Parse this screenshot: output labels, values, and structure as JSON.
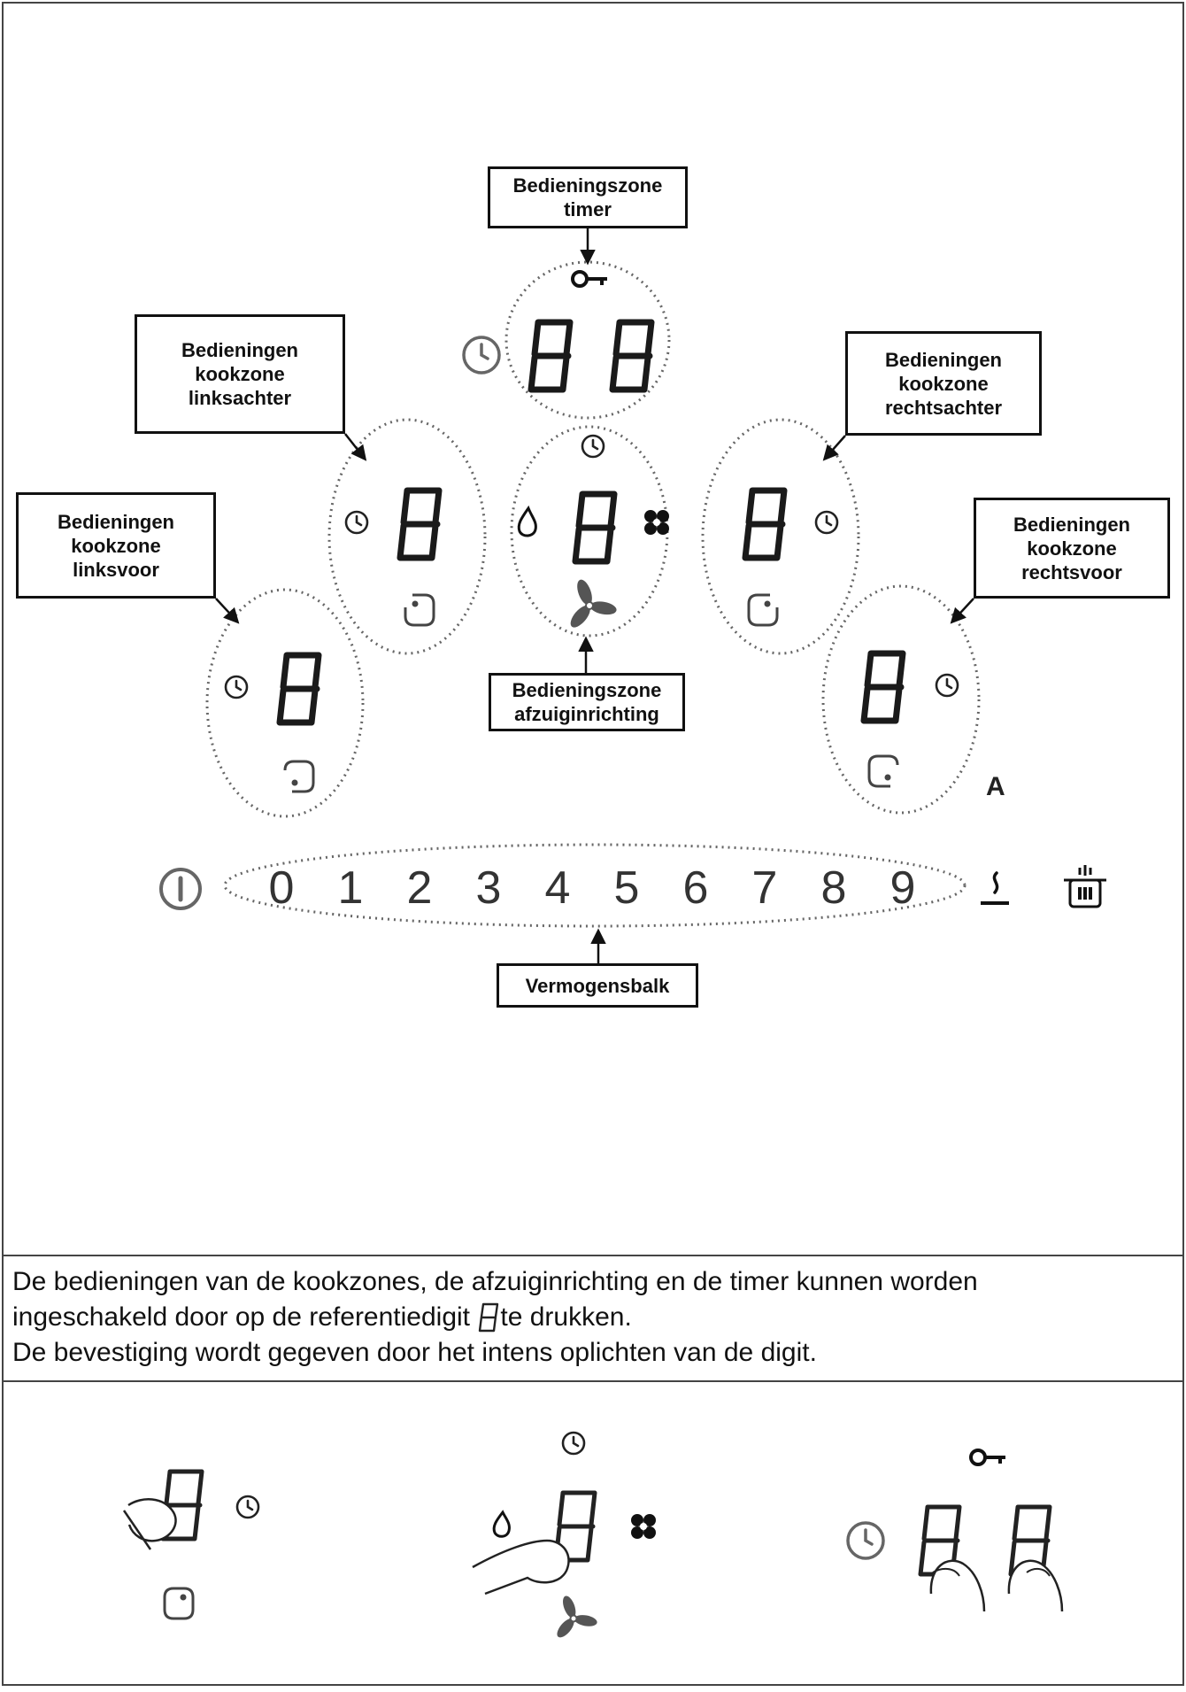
{
  "callouts": {
    "timer": "Bedieningszone\ntimer",
    "left_rear": "Bedieningen\nkookzone\nlinksachter",
    "right_rear": "Bedieningen\nkookzone\nrechtsachter",
    "left_front": "Bedieningen\nkookzone\nlinksvoor",
    "right_front": "Bedieningen\nkookzone\nrechtsvoor",
    "hood": "Bedieningszone\nafzuiginrichting",
    "power_bar": "Vermogensbalk"
  },
  "power_levels": [
    "0",
    "1",
    "2",
    "3",
    "4",
    "5",
    "6",
    "7",
    "8",
    "9"
  ],
  "auto_label": "A",
  "caption": {
    "line1": "De bedieningen van de kookzones, de afzuiginrichting en de timer kunnen worden",
    "line2_a": "ingeschakeld door op de referentiedigit",
    "line2_b": "te drukken.",
    "line3": "De bevestiging wordt gegeven door het intens oplichten van de digit."
  },
  "icons": [
    "key-icon",
    "timer-clock-icon",
    "drop-icon",
    "boost-icon",
    "fan-icon",
    "zone-left-rear-icon",
    "zone-right-rear-icon",
    "zone-left-front-icon",
    "zone-right-front-icon",
    "power-icon",
    "keep-warm-icon",
    "pot-icon",
    "finger-icon"
  ],
  "colors": {
    "line": "#111111",
    "icon_grey": "#555555",
    "dots": "#666666"
  }
}
